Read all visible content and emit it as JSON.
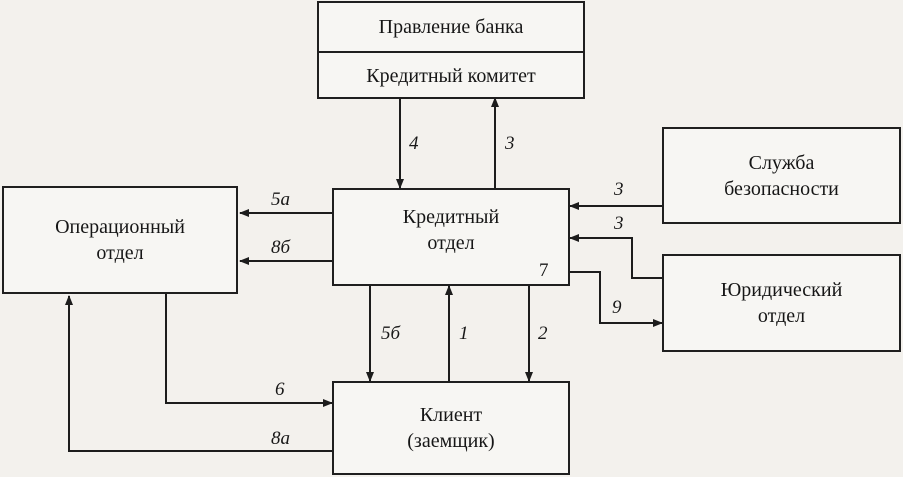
{
  "nodes": {
    "board": "Правление банка",
    "credit_committee": "Кредитный комитет",
    "security": [
      "Служба",
      "безопасности"
    ],
    "operations": [
      "Операционный",
      "отдел"
    ],
    "credit_dept": [
      "Кредитный",
      "отдел"
    ],
    "legal": [
      "Юридический",
      "отдел"
    ],
    "client": [
      "Клиент",
      "(заемщик)"
    ]
  },
  "edges": {
    "credit_to_committee": "3",
    "committee_to_credit": "4",
    "security_to_credit": "3",
    "legal_to_credit": "3",
    "credit_to_operations_a": "5а",
    "credit_to_operations_b": "8б",
    "credit_to_client": "5б",
    "client_to_credit": "1",
    "credit_to_client_2": "2",
    "operations_to_client": "6",
    "client_to_operations": "8а",
    "credit_to_legal": "9",
    "credit_inner_step": "7"
  }
}
